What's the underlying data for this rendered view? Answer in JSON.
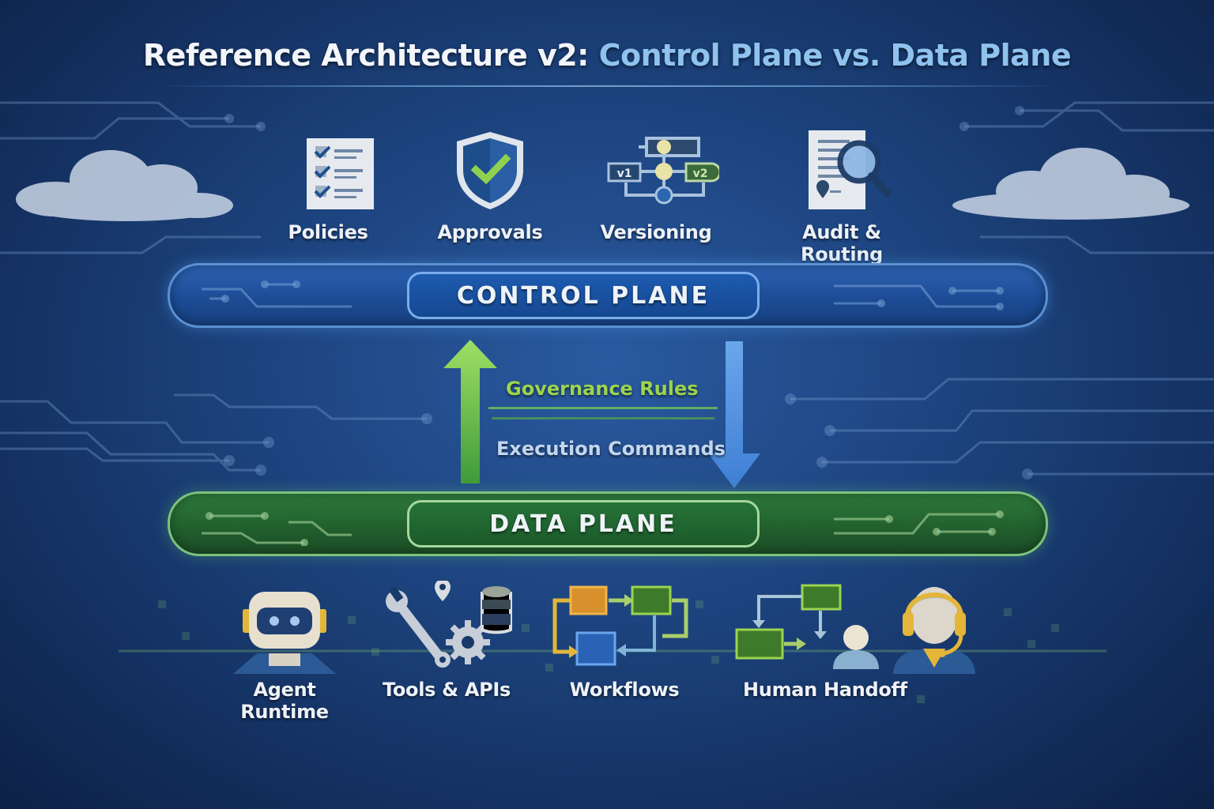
{
  "title": {
    "prefix": "Reference Architecture v2:",
    "highlight": "Control Plane vs. Data Plane"
  },
  "control_plane": {
    "label": "CONTROL PLANE",
    "color": "#1d5bb0",
    "items": [
      {
        "label": "Policies",
        "icon": "checklist-document-icon"
      },
      {
        "label": "Approvals",
        "icon": "shield-check-icon"
      },
      {
        "label": "Versioning",
        "icon": "version-graph-icon",
        "badges": [
          "v1",
          "v2"
        ]
      },
      {
        "label": "Audit & Routing",
        "icon": "document-magnifier-icon"
      }
    ]
  },
  "flows": {
    "up": {
      "label": "Governance Rules",
      "direction": "up",
      "color": "#7fcf4a"
    },
    "down": {
      "label": "Execution Commands",
      "direction": "down",
      "color": "#5a9ae6"
    }
  },
  "data_plane": {
    "label": "DATA PLANE",
    "color": "#267337",
    "items": [
      {
        "label": "Agent Runtime",
        "icon": "robot-icon"
      },
      {
        "label": "Tools & APIs",
        "icon": "tools-database-icon"
      },
      {
        "label": "Workflows",
        "icon": "workflow-icon"
      },
      {
        "label": "Human Handoff",
        "icon": "human-handoff-icon"
      }
    ]
  },
  "colors": {
    "background": "#1d447f",
    "text": "#eef2f8",
    "title_accent": "#8fc3ee",
    "green_accent": "#9bd44f",
    "blue_accent": "#5a9ae6"
  }
}
